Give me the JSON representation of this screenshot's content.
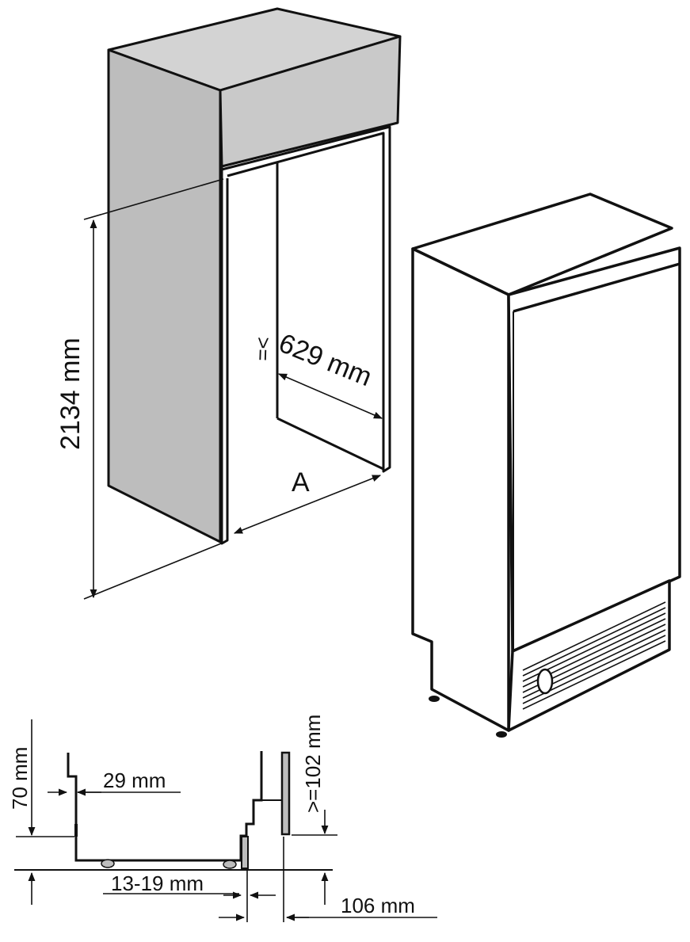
{
  "dimensions": {
    "height": "2134 mm",
    "depth": "629 mm",
    "depth_prefix": ">=",
    "width_symbol": "A",
    "plinth_height": "70 mm",
    "plinth_setback": "29 mm",
    "vent_height": ">=102 mm",
    "gap": "13-19 mm",
    "door_offset": "106 mm"
  },
  "colors": {
    "stroke": "#111111",
    "cabinet_side": "#bdbdbd",
    "cabinet_top": "#d3d3d3",
    "cabinet_front": "#c9c9c9",
    "appliance_body": "#ffffff"
  }
}
